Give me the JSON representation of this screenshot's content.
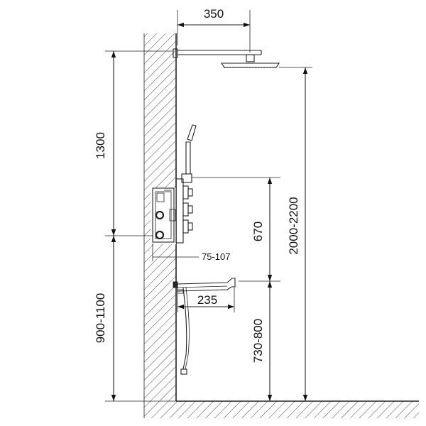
{
  "dimensions": {
    "arm_length": "350",
    "head_to_mixer": "1300",
    "floor_to_mixer": "900-1100",
    "total_height": "2000-2200",
    "mixer_to_spout": "670",
    "recess_depth": "75-107",
    "spout_reach": "235",
    "spout_height": "730-800"
  }
}
